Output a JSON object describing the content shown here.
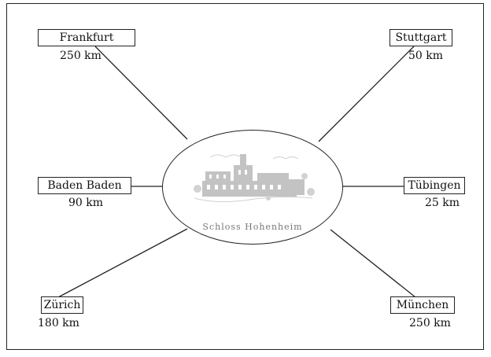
{
  "hub": {
    "caption": "Schloss Hohenheim",
    "image": "castle-illustration"
  },
  "destinations": [
    {
      "id": "frankfurt",
      "name": "Frankfurt",
      "distance": "250 km"
    },
    {
      "id": "stuttgart",
      "name": "Stuttgart",
      "distance": "50 km"
    },
    {
      "id": "baden-baden",
      "name": "Baden Baden",
      "distance": "90 km"
    },
    {
      "id": "tuebingen",
      "name": "Tübingen",
      "distance": "25 km"
    },
    {
      "id": "zuerich",
      "name": "Zürich",
      "distance": "180 km"
    },
    {
      "id": "muenchen",
      "name": "München",
      "distance": "250 km"
    }
  ]
}
